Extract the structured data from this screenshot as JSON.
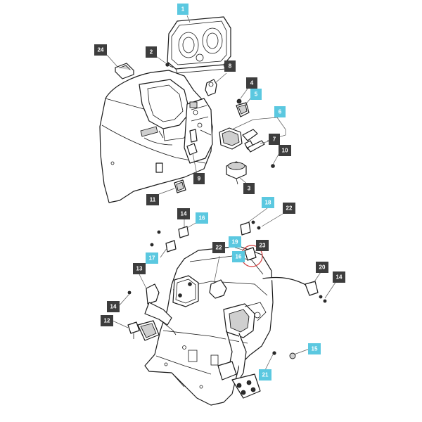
{
  "colors": {
    "callout_dark": "#3d3d3d",
    "callout_blue": "#5bc8e0",
    "highlight_ring": "#d23c3c",
    "line": "#1a1a1a"
  },
  "callouts": [
    {
      "id": "c1",
      "label": "1",
      "style": "blue"
    },
    {
      "id": "c2",
      "label": "2",
      "style": "dark"
    },
    {
      "id": "c24",
      "label": "24",
      "style": "dark"
    },
    {
      "id": "c8",
      "label": "8",
      "style": "dark"
    },
    {
      "id": "c4",
      "label": "4",
      "style": "dark"
    },
    {
      "id": "c5",
      "label": "5",
      "style": "blue"
    },
    {
      "id": "c6",
      "label": "6",
      "style": "blue"
    },
    {
      "id": "c7",
      "label": "7",
      "style": "dark"
    },
    {
      "id": "c10",
      "label": "10",
      "style": "dark"
    },
    {
      "id": "c9",
      "label": "9",
      "style": "dark"
    },
    {
      "id": "c3",
      "label": "3",
      "style": "dark"
    },
    {
      "id": "c11",
      "label": "11",
      "style": "dark"
    },
    {
      "id": "c14a",
      "label": "14",
      "style": "dark"
    },
    {
      "id": "c16a",
      "label": "16",
      "style": "blue"
    },
    {
      "id": "c18",
      "label": "18",
      "style": "blue"
    },
    {
      "id": "c22a",
      "label": "22",
      "style": "dark"
    },
    {
      "id": "c19",
      "label": "19",
      "style": "blue"
    },
    {
      "id": "c23",
      "label": "23",
      "style": "dark"
    },
    {
      "id": "c22b",
      "label": "22",
      "style": "dark"
    },
    {
      "id": "c16b",
      "label": "16",
      "style": "blue"
    },
    {
      "id": "c17",
      "label": "17",
      "style": "blue"
    },
    {
      "id": "c13",
      "label": "13",
      "style": "dark"
    },
    {
      "id": "c20",
      "label": "20",
      "style": "dark"
    },
    {
      "id": "c14b",
      "label": "14",
      "style": "dark"
    },
    {
      "id": "c14c",
      "label": "14",
      "style": "dark"
    },
    {
      "id": "c12",
      "label": "12",
      "style": "dark"
    },
    {
      "id": "c15",
      "label": "15",
      "style": "blue"
    },
    {
      "id": "c21",
      "label": "21",
      "style": "blue"
    }
  ]
}
